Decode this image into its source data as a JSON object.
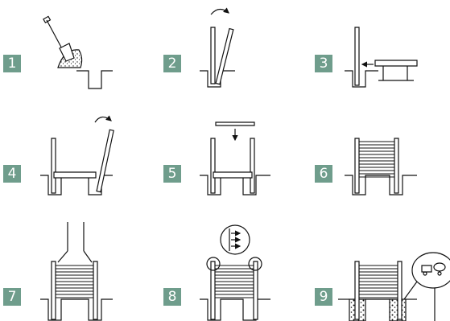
{
  "colors": {
    "badge_bg": "#6f9d8c",
    "badge_text": "#ffffff",
    "line": "#111111",
    "fill": "#ffffff"
  },
  "steps": [
    {
      "number": "1",
      "icon": "shovel-digging-icon"
    },
    {
      "number": "2",
      "icon": "post-insertion-icon"
    },
    {
      "number": "3",
      "icon": "bottom-panel-slide-icon"
    },
    {
      "number": "4",
      "icon": "second-post-insertion-icon"
    },
    {
      "number": "5",
      "icon": "panel-drop-icon"
    },
    {
      "number": "6",
      "icon": "stacked-panels-icon"
    },
    {
      "number": "7",
      "icon": "post-leveling-icon"
    },
    {
      "number": "8",
      "icon": "fastening-detail-icon"
    },
    {
      "number": "9",
      "icon": "concrete-pour-icon"
    }
  ]
}
